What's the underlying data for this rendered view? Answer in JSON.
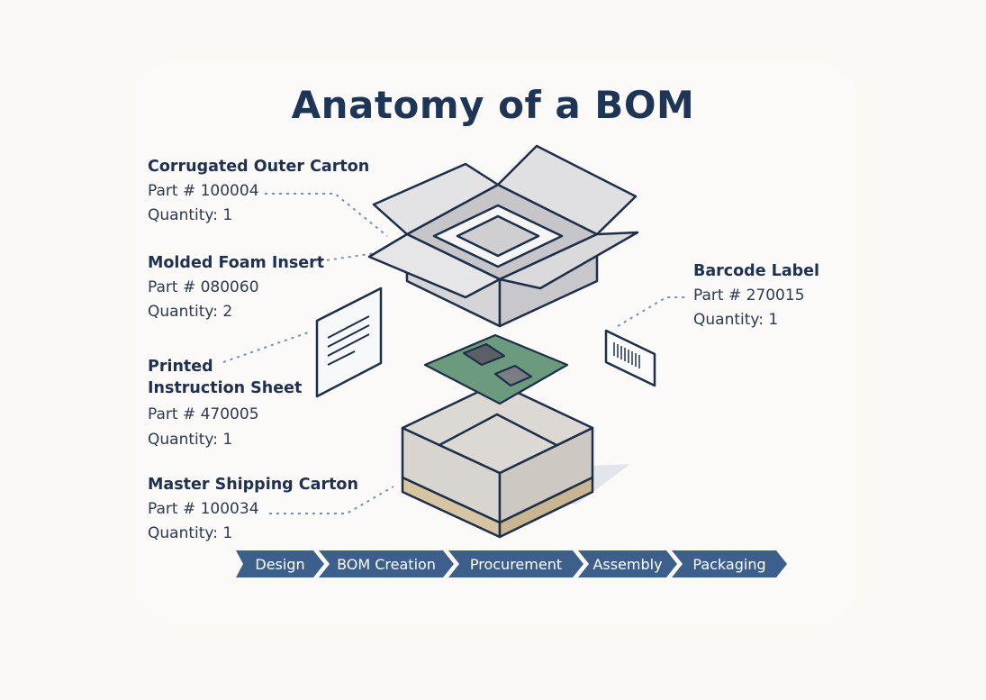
{
  "title": "Anatomy of a BOM",
  "components": [
    {
      "name": "Corrugated Outer Carton",
      "part": "Part # 100004",
      "quantity": "Quantity: 1"
    },
    {
      "name": "Molded Foam Insert",
      "part": "Part # 080060",
      "quantity": "Quantity: 2"
    },
    {
      "name_line1": "Printed",
      "name_line2": "Instruction Sheet",
      "part": "Part # 470005",
      "quantity": "Quantity: 1"
    },
    {
      "name": "Master Shipping Carton",
      "part": "Part # 100034",
      "quantity": "Quantity: 1"
    },
    {
      "name": "Barcode Label",
      "part": "Part # 270015",
      "quantity": "Quantity: 1"
    }
  ],
  "process_steps": [
    "Design",
    "BOM Creation",
    "Procurement",
    "Assembly",
    "Packaging"
  ],
  "colors": {
    "step_fill": "#3d5f8c",
    "title": "#1e3555",
    "leader_line": "#6d93bd",
    "pcb": "#6b9a7e",
    "outline": "#1e2f48"
  }
}
